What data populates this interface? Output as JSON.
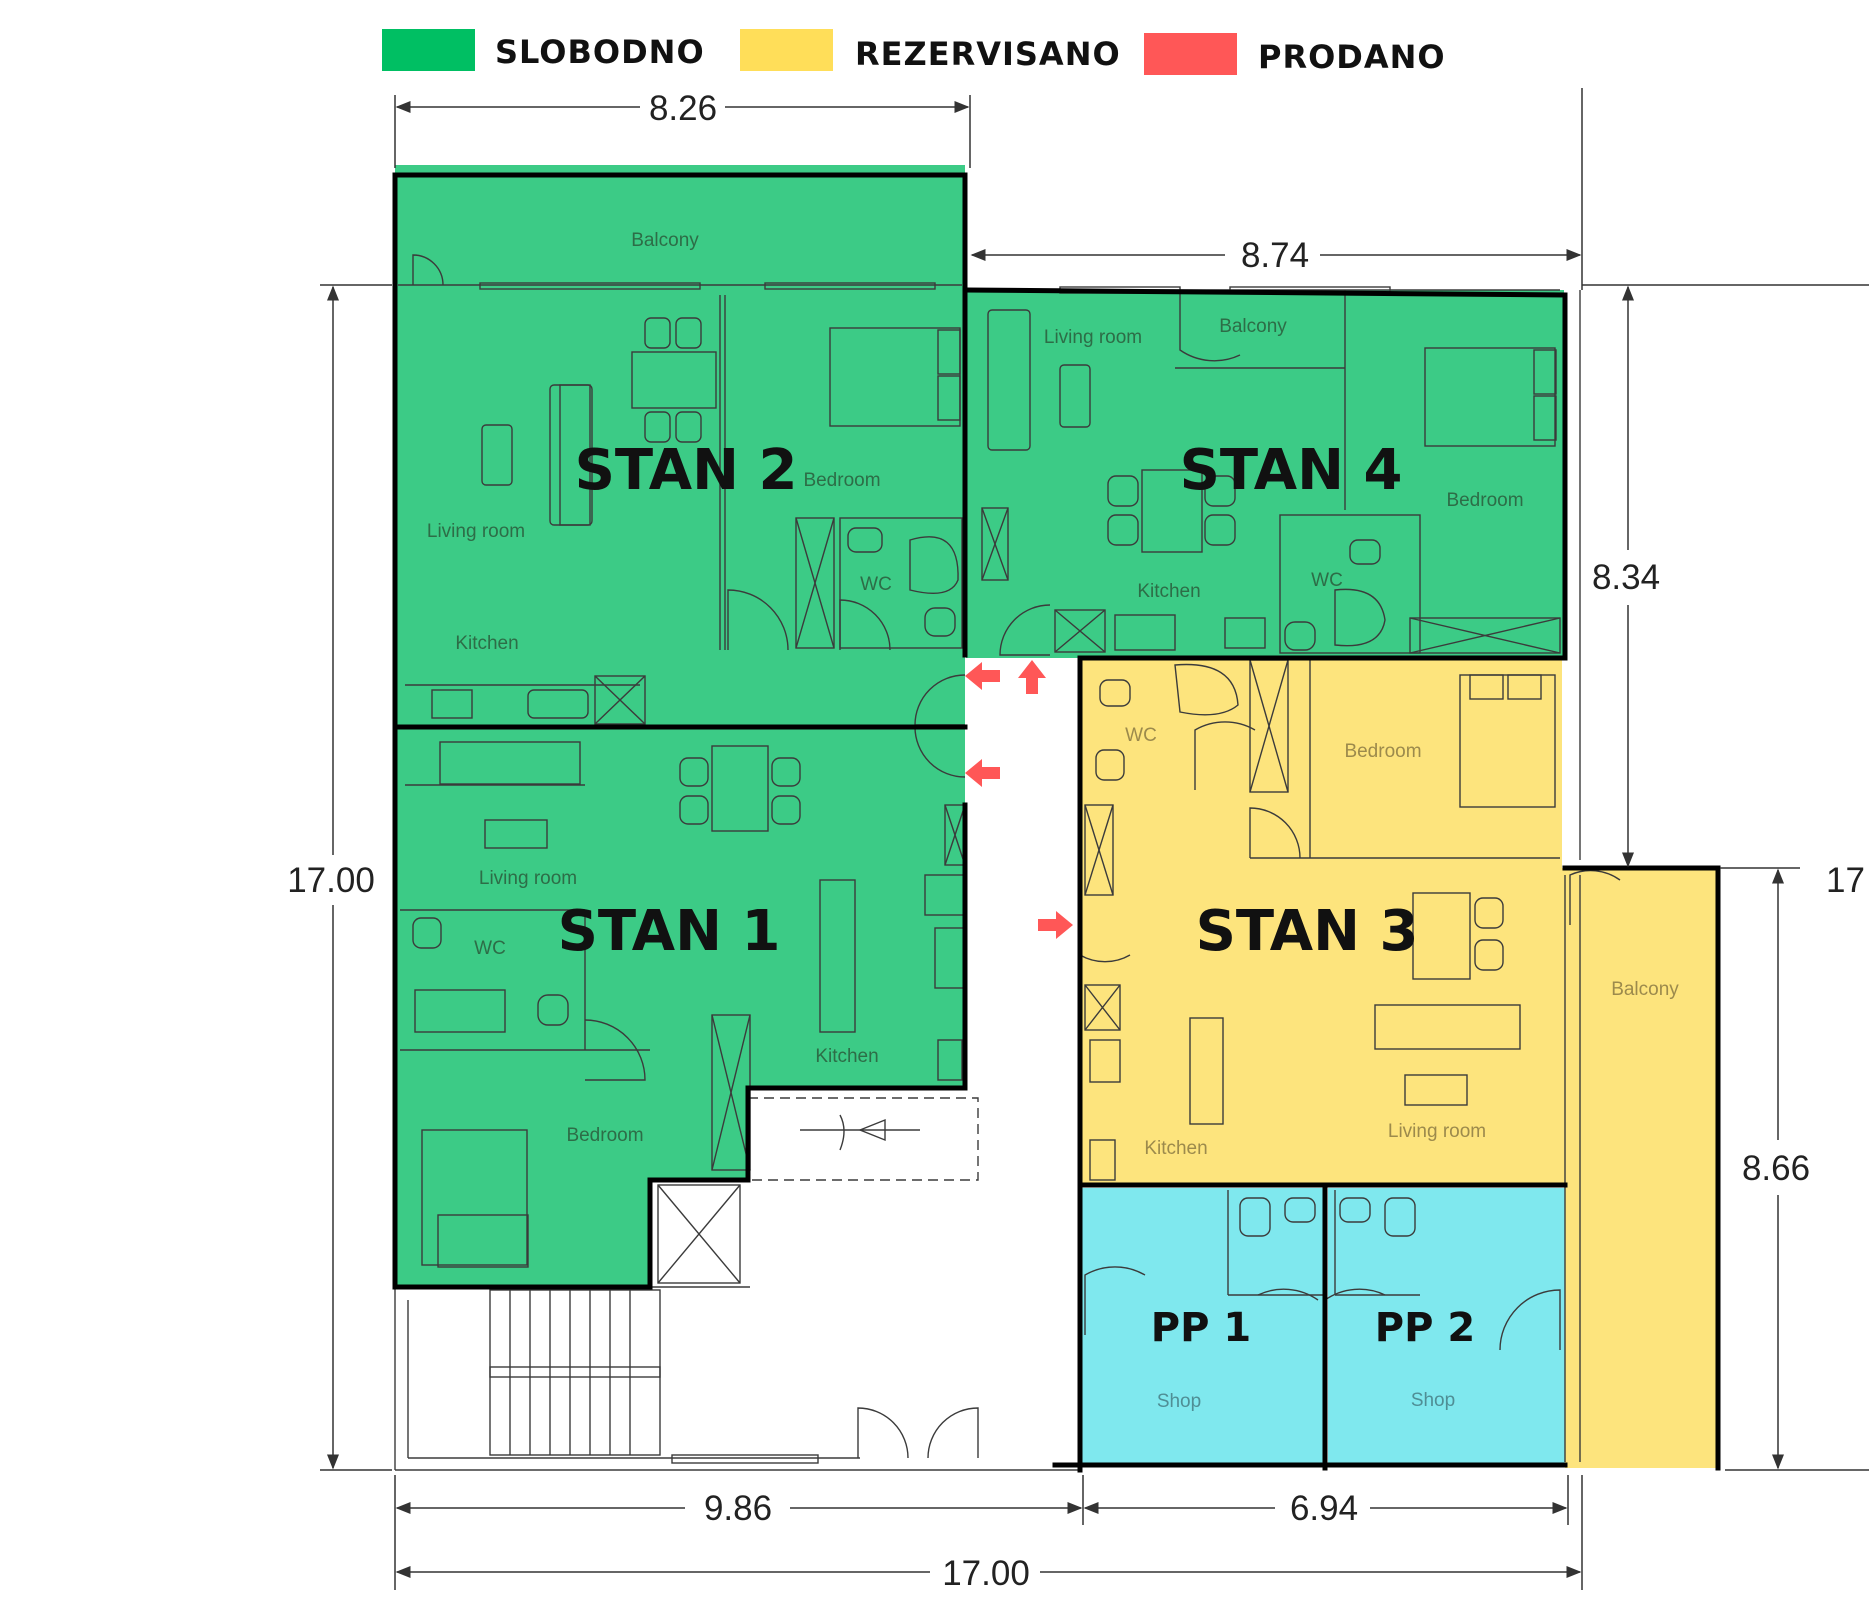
{
  "legend": {
    "free": {
      "label": "SLOBODNO",
      "color": "#00bf63"
    },
    "reserved": {
      "label": "REZERVISANO",
      "color": "#ffde59"
    },
    "sold": {
      "label": "PRODANO",
      "color": "#ff5757"
    }
  },
  "units": {
    "stan1": {
      "label": "STAN 1",
      "status_color": "#3ccb86"
    },
    "stan2": {
      "label": "STAN 2",
      "status_color": "#3ccb86"
    },
    "stan3": {
      "label": "STAN 3",
      "status_color": "#fde47d"
    },
    "stan4": {
      "label": "STAN 4",
      "status_color": "#3ccb86"
    },
    "pp1": {
      "label": "PP 1",
      "status_color": "#7fe8ee"
    },
    "pp2": {
      "label": "PP 2",
      "status_color": "#7fe8ee"
    }
  },
  "rooms": {
    "stan2_balcony": "Balcony",
    "stan2_bedroom": "Bedroom",
    "stan2_living": "Living room",
    "stan2_wc": "WC",
    "stan2_kitchen": "Kitchen",
    "stan4_living": "Living room",
    "stan4_balcony": "Balcony",
    "stan4_bedroom": "Bedroom",
    "stan4_wc": "WC",
    "stan4_kitchen": "Kitchen",
    "stan1_living": "Living room",
    "stan1_wc": "WC",
    "stan1_kitchen": "Kitchen",
    "stan1_bedroom": "Bedroom",
    "stan3_wc": "WC",
    "stan3_bedroom": "Bedroom",
    "stan3_balcony": "Balcony",
    "stan3_living": "Living room",
    "stan3_kitchen": "Kitchen",
    "pp1_shop": "Shop",
    "pp2_shop": "Shop"
  },
  "dimensions": {
    "top_left_width": "8.26",
    "top_right_width": "8.74",
    "left_height": "17.00",
    "right_upper_height": "8.34",
    "right_lower_height": "8.66",
    "far_right_height": "17",
    "bottom_left_width": "9.86",
    "bottom_right_width": "6.94",
    "bottom_total_width": "17.00"
  },
  "entrance_arrow_color": "#ff5757"
}
